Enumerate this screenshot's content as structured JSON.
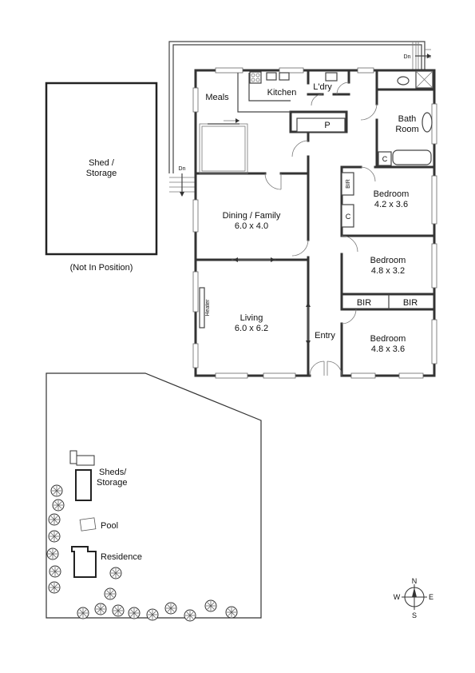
{
  "shed": {
    "title_line1": "Shed /",
    "title_line2": "Storage",
    "note": "(Not In Position)"
  },
  "stairs": {
    "top_right": "Dn",
    "left": "Dn"
  },
  "rooms": {
    "meals": "Meals",
    "kitchen": "Kitchen",
    "laundry": "L'dry",
    "pantry": "P",
    "bath_line1": "Bath",
    "bath_line2": "Room",
    "cupboard_bath": "C",
    "dining_name": "Dining / Family",
    "dining_size": "6.0 x 4.0",
    "living_name": "Living",
    "living_size": "6.0 x 6.2",
    "heater": "Heater",
    "entry": "Entry",
    "bed1_name": "Bedroom",
    "bed1_size": "4.2 x 3.6",
    "bed1_bir": "BIR",
    "bed1_cupboard": "C",
    "bed2_name": "Bedroom",
    "bed2_size": "4.8 x 3.2",
    "bir_left": "BIR",
    "bir_right": "BIR",
    "bed3_name": "Bedroom",
    "bed3_size": "4.8 x 3.6"
  },
  "site": {
    "sheds_line1": "Sheds/",
    "sheds_line2": "Storage",
    "pool": "Pool",
    "residence": "Residence"
  },
  "compass": {
    "n": "N",
    "s": "S",
    "e": "E",
    "w": "W"
  }
}
